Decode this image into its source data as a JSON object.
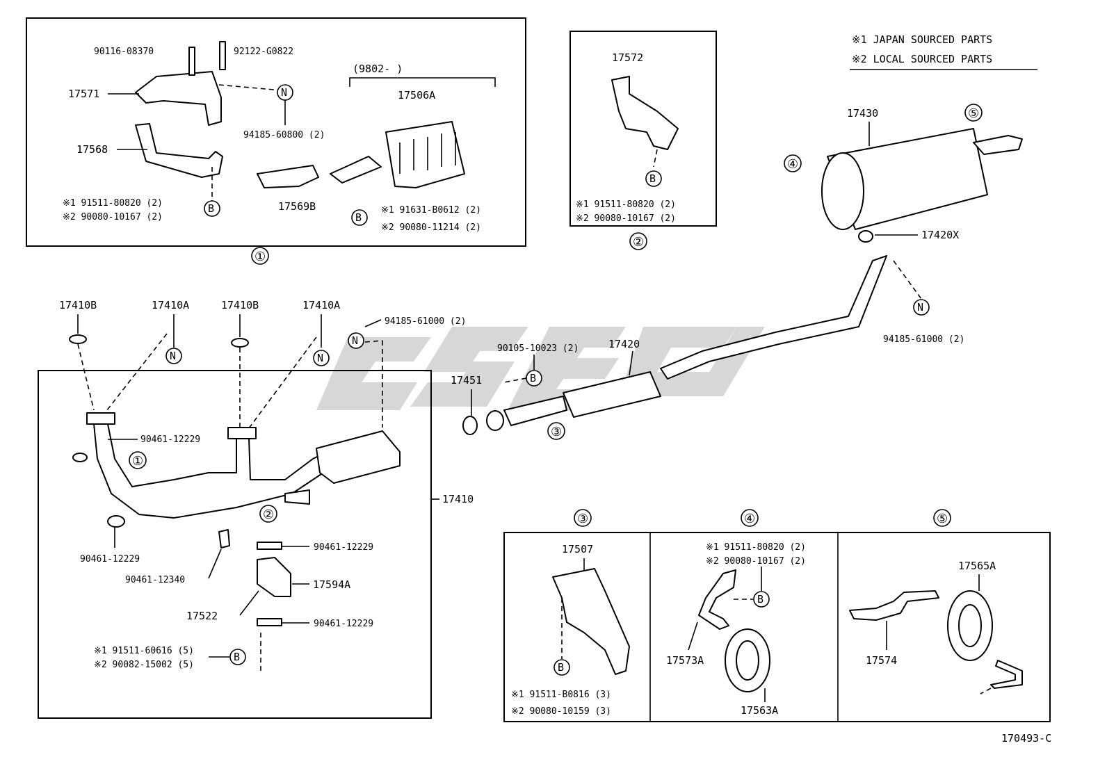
{
  "legend": {
    "line1": "※1 JAPAN SOURCED PARTS",
    "line2": "※2 LOCAL SOURCED PARTS"
  },
  "diagram_id": "170493-C",
  "markers": {
    "B": "B",
    "N": "N"
  },
  "group1": {
    "num": "①",
    "p1": "90116-08370",
    "p2": "92122-G0822",
    "p3": "17571",
    "p4": "17568",
    "p5": "94185-60800 (2)",
    "p6a": "※1 91511-80820 (2)",
    "p6b": "※2 90080-10167 (2)",
    "range": "(9802-        )",
    "p7": "17506A",
    "p8": "17569B",
    "p9a": "※1 91631-B0612 (2)",
    "p9b": "※2 90080-11214 (2)"
  },
  "group2": {
    "num": "②",
    "p1": "17572",
    "p2a": "※1 91511-80820 (2)",
    "p2b": "※2 90080-10167 (2)"
  },
  "muffler": {
    "p1": "17430",
    "p2": "17420X",
    "p3": "94185-61000 (2)",
    "p4": "17420",
    "p5": "90105-10023 (2)",
    "p6": "17451",
    "c4": "④",
    "c5": "⑤",
    "c3": "③"
  },
  "frontpipe": {
    "p1": "17410B",
    "p2": "17410A",
    "p3": "17410B",
    "p4": "17410A",
    "p5": "94185-61000 (2)",
    "p6": "90461-12229",
    "p7": "17410",
    "p8": "90461-12229",
    "p9": "90461-12340",
    "p10": "90461-12229",
    "p11": "17594A",
    "p12": "17522",
    "p13": "90461-12229",
    "p14a": "※1 91511-60616 (5)",
    "p14b": "※2 90082-15002 (5)",
    "c1": "①",
    "c2": "②"
  },
  "group3": {
    "num": "③",
    "p1": "17507",
    "p2a": "※1 91511-B0816 (3)",
    "p2b": "※2 90080-10159 (3)"
  },
  "group4": {
    "num": "④",
    "p1a": "※1 91511-80820 (2)",
    "p1b": "※2 90080-10167 (2)",
    "p2": "17573A",
    "p3": "17563A"
  },
  "group5": {
    "num": "⑤",
    "p1": "17565A",
    "p2": "17574"
  }
}
